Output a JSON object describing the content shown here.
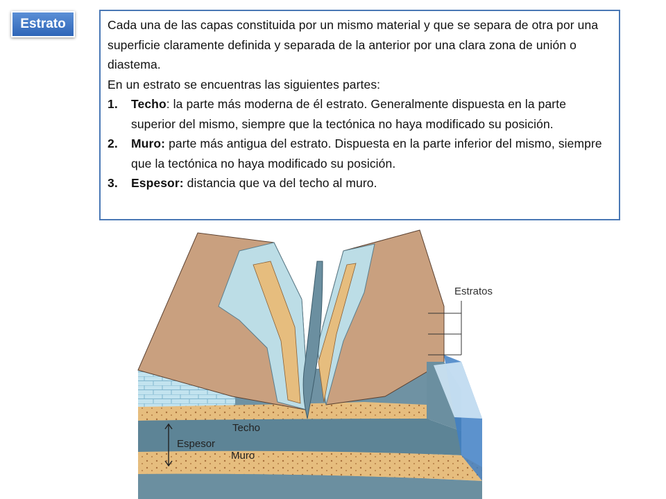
{
  "badge": {
    "label": "Estrato"
  },
  "definition": {
    "paragraph": "Cada una de las capas constituida por un mismo material y que se separa de otra por una superficie claramente definida y separada de la anterior por una clara zona de unión o diastema.",
    "intro": "En un estrato se encuentras las siguientes partes:",
    "items": [
      {
        "number": "1.",
        "term": "Techo",
        "text": ": la parte más moderna de él estrato. Generalmente dispuesta en la parte superior del mismo, siempre que la tectónica no haya modificado su posición."
      },
      {
        "number": "2.",
        "term": "Muro:",
        "text": " parte más antigua del estrato. Dispuesta en la parte inferior del mismo, siempre que la tectónica no haya modificado su posición."
      },
      {
        "number": "3.",
        "term": "Espesor:",
        "text": " distancia que va del techo al muro."
      }
    ]
  },
  "diagram": {
    "labels": {
      "strata": "Estratos",
      "top": "Techo",
      "thickness": "Espesor",
      "bottom": "Muro"
    },
    "colors": {
      "tan": "#c9a07f",
      "lightblue": "#bcdde6",
      "sand": "#e6bd7e",
      "slate": "#6b8fa0",
      "brick": "#c2e3ef",
      "water": "#3f7fc4"
    }
  }
}
